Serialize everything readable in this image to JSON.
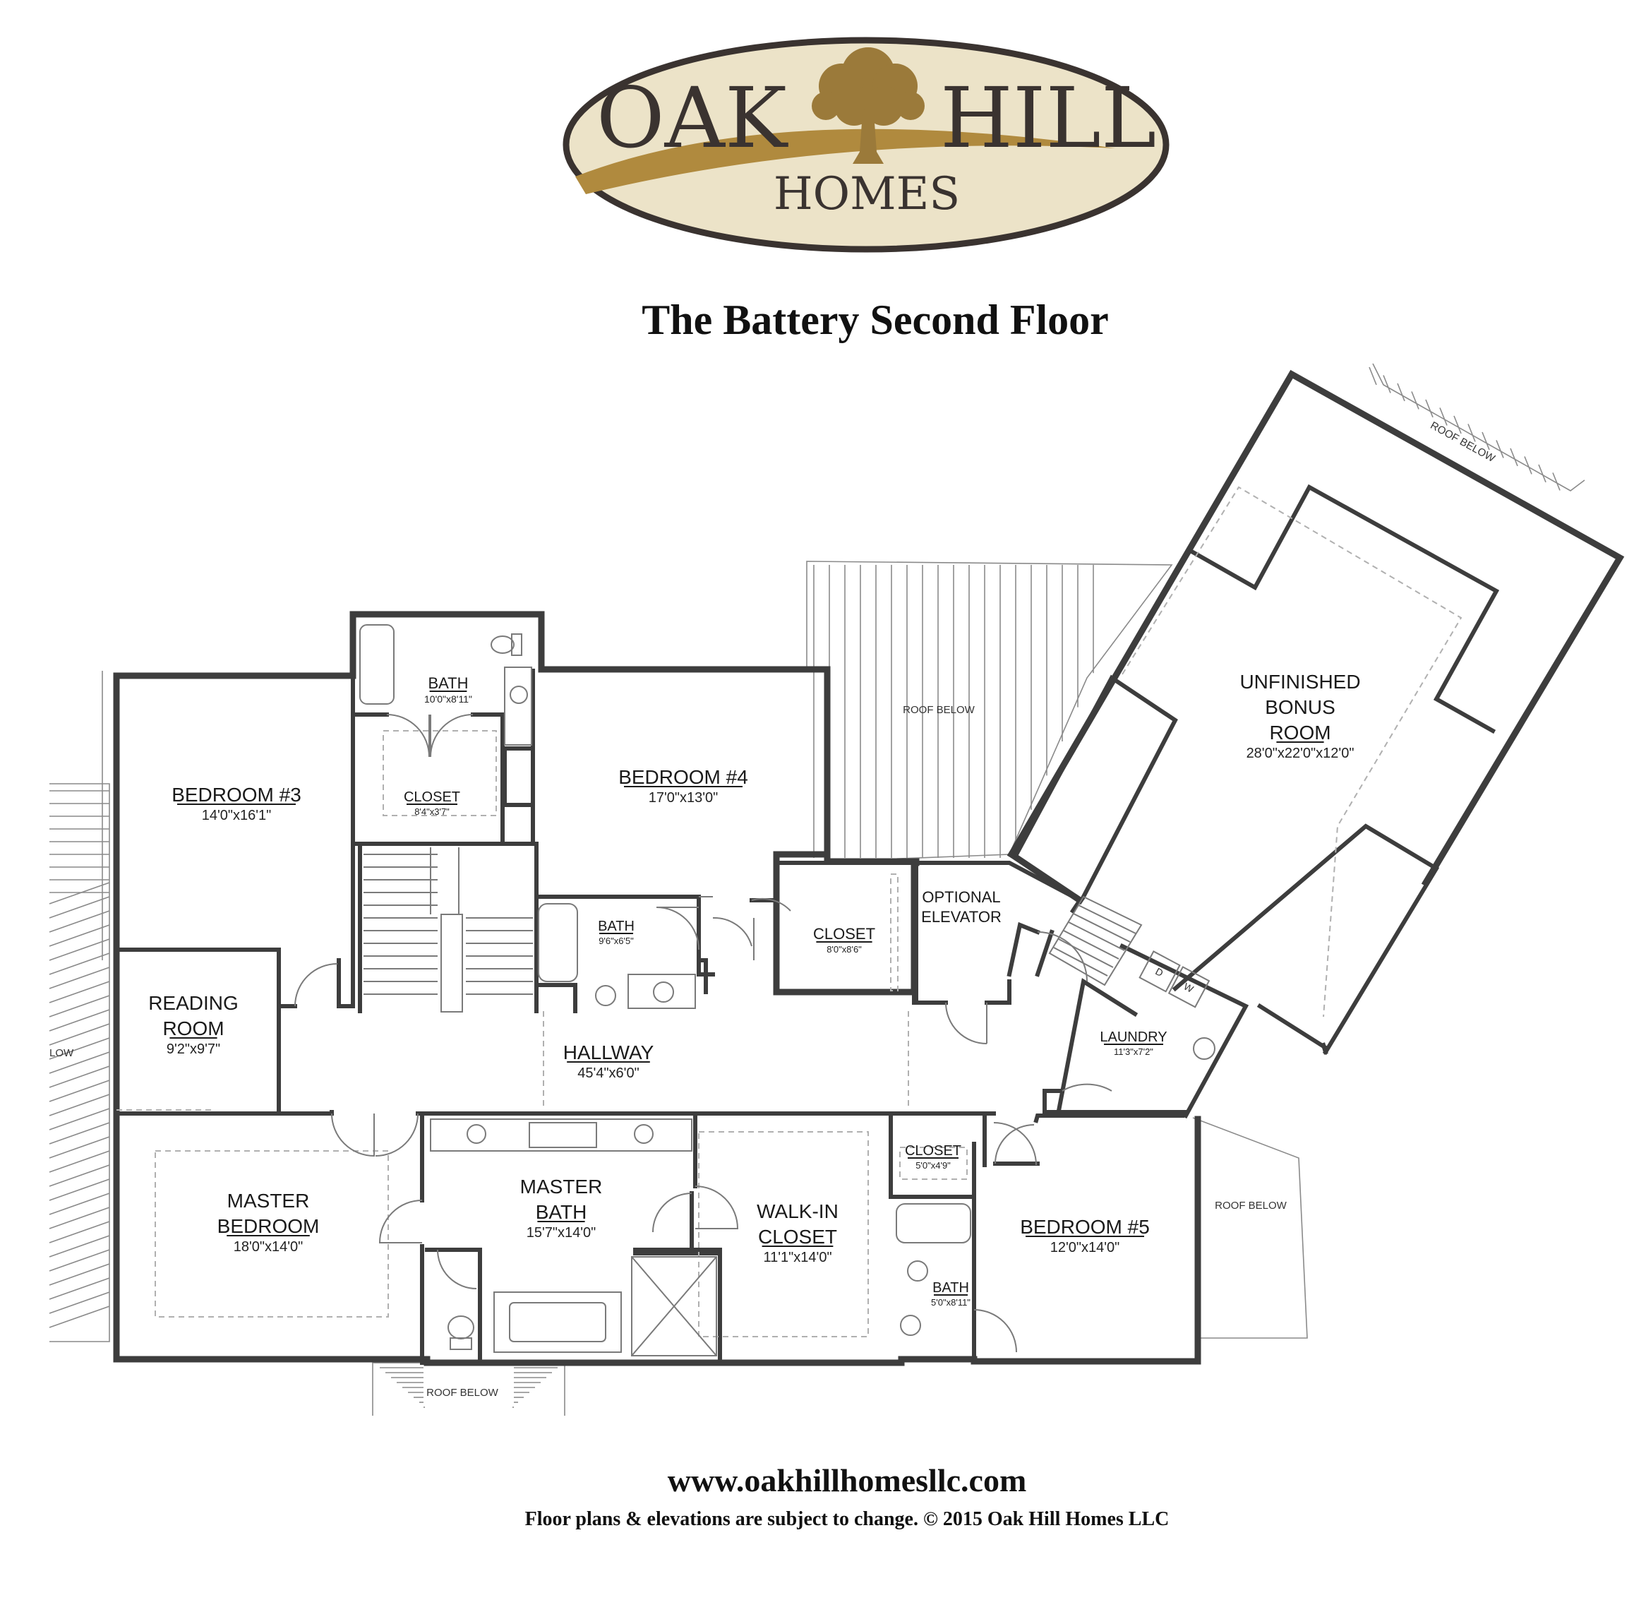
{
  "logo": {
    "word_left": "OAK",
    "word_right": "HILL",
    "word_bottom": "HOMES",
    "colors": {
      "oval": "#ece3c8",
      "ring": "#3a3330",
      "swoosh": "#b08a3e",
      "tree": "#9b7a3a"
    }
  },
  "plan": {
    "title": "The Battery Second Floor",
    "rooms": [
      {
        "id": "bedroom3",
        "name_lines": [
          "BEDROOM #3"
        ],
        "underline": [
          true
        ],
        "dim": "14'0\"x16'1\""
      },
      {
        "id": "bath-top",
        "name_lines": [
          "BATH"
        ],
        "underline": [
          true
        ],
        "dim": "10'0\"x8'11\""
      },
      {
        "id": "closet-top",
        "name_lines": [
          "CLOSET"
        ],
        "underline": [
          true
        ],
        "dim": "8'4\"x3'7\""
      },
      {
        "id": "bedroom4",
        "name_lines": [
          "BEDROOM #4"
        ],
        "underline": [
          true
        ],
        "dim": "17'0\"x13'0\""
      },
      {
        "id": "bath-mid",
        "name_lines": [
          "BATH"
        ],
        "underline": [
          true
        ],
        "dim": "9'6\"x6'5\""
      },
      {
        "id": "closet-mid",
        "name_lines": [
          "CLOSET"
        ],
        "underline": [
          true
        ],
        "dim": "8'0\"x8'6\""
      },
      {
        "id": "optional-elevator",
        "name_lines": [
          "OPTIONAL",
          "ELEVATOR"
        ],
        "underline": [
          false,
          false
        ],
        "dim": ""
      },
      {
        "id": "bonus-room",
        "name_lines": [
          "UNFINISHED",
          "BONUS",
          "ROOM"
        ],
        "underline": [
          false,
          false,
          true
        ],
        "dim": "28'0\"x22'0\"x12'0\""
      },
      {
        "id": "reading-room",
        "name_lines": [
          "READING",
          "ROOM"
        ],
        "underline": [
          false,
          true
        ],
        "dim": "9'2\"x9'7\""
      },
      {
        "id": "hallway",
        "name_lines": [
          "HALLWAY"
        ],
        "underline": [
          true
        ],
        "dim": "45'4\"x6'0\""
      },
      {
        "id": "laundry",
        "name_lines": [
          "LAUNDRY"
        ],
        "underline": [
          true
        ],
        "dim": "11'3\"x7'2\""
      },
      {
        "id": "master-bedroom",
        "name_lines": [
          "MASTER",
          "BEDROOM"
        ],
        "underline": [
          false,
          true
        ],
        "dim": "18'0\"x14'0\""
      },
      {
        "id": "master-bath",
        "name_lines": [
          "MASTER",
          "BATH"
        ],
        "underline": [
          false,
          true
        ],
        "dim": "15'7\"x14'0\""
      },
      {
        "id": "walk-in-closet",
        "name_lines": [
          "WALK-IN",
          "CLOSET"
        ],
        "underline": [
          false,
          true
        ],
        "dim": "11'1\"x14'0\""
      },
      {
        "id": "closet-small",
        "name_lines": [
          "CLOSET"
        ],
        "underline": [
          true
        ],
        "dim": "5'0\"x4'9\""
      },
      {
        "id": "bath-small",
        "name_lines": [
          "BATH"
        ],
        "underline": [
          true
        ],
        "dim": "5'0\"x8'11\""
      },
      {
        "id": "bedroom5",
        "name_lines": [
          "BEDROOM #5"
        ],
        "underline": [
          true
        ],
        "dim": "12'0\"x14'0\""
      }
    ],
    "roof_labels": {
      "top_right": "ROOF BELOW",
      "middle": "ROOF BELOW",
      "right": "ROOF BELOW",
      "bottom": "ROOF BELOW",
      "left_partial": "LOW"
    },
    "appliance_labels": {
      "dryer": "D",
      "washer": "W"
    }
  },
  "footer": {
    "website": "www.oakhillhomesllc.com",
    "disclaimer": "Floor plans & elevations are subject to change.  © 2015 Oak Hill Homes LLC"
  }
}
